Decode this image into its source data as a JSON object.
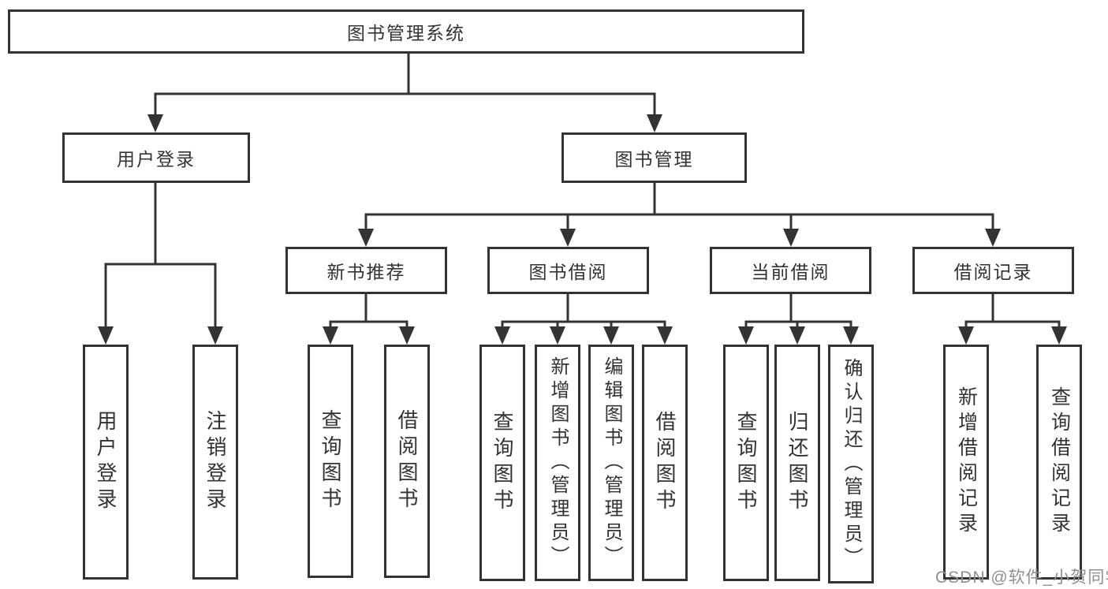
{
  "diagram": {
    "tree": {
      "label": "图书管理系统",
      "children": [
        {
          "label": "用户登录",
          "children": [
            {
              "label": "用户登录"
            },
            {
              "label": "注销登录"
            }
          ]
        },
        {
          "label": "图书管理",
          "children": [
            {
              "label": "新书推荐",
              "children": [
                {
                  "label": "查询图书"
                },
                {
                  "label": "借阅图书"
                }
              ]
            },
            {
              "label": "图书借阅",
              "children": [
                {
                  "label": "查询图书"
                },
                {
                  "label": "新增图书（管理员）"
                },
                {
                  "label": "编辑图书（管理员）"
                },
                {
                  "label": "借阅图书"
                }
              ]
            },
            {
              "label": "当前借阅",
              "children": [
                {
                  "label": "查询图书"
                },
                {
                  "label": "归还图书"
                },
                {
                  "label": "确认归还（管理员）"
                }
              ]
            },
            {
              "label": "借阅记录",
              "children": [
                {
                  "label": "新增借阅记录"
                },
                {
                  "label": "查询借阅记录"
                }
              ]
            }
          ]
        }
      ]
    }
  },
  "watermark": {
    "text": "CSDN @软件_小贺同学"
  },
  "colors": {
    "line": "#333333",
    "text": "#333333",
    "background": "#ffffff",
    "watermark": "#8f8f8f"
  }
}
